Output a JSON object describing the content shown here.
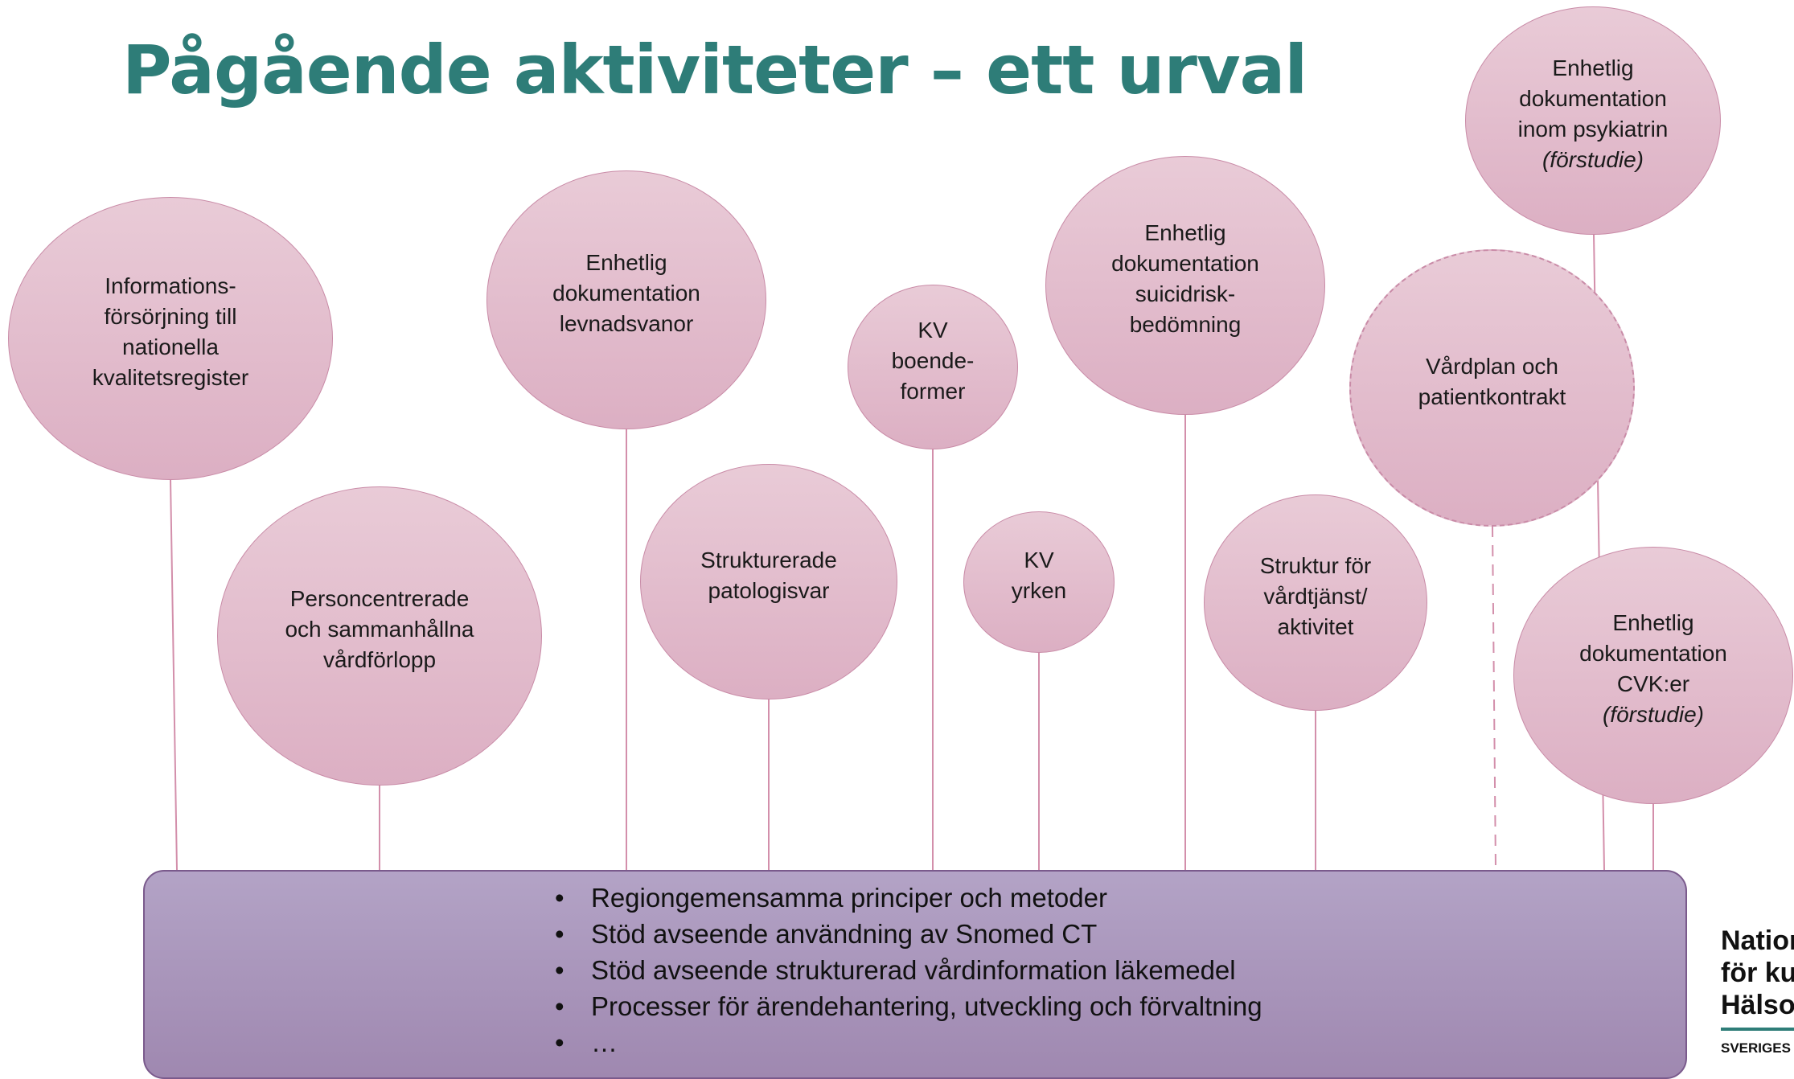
{
  "title": "Pågående aktiviteter – ett urval",
  "colors": {
    "title": "#2e7d78",
    "bubble_fill_top": "#e9cbd7",
    "bubble_fill_bottom": "#dcafc3",
    "bubble_border": "#c98ba7",
    "stem": "#d38fab",
    "banner_fill_top": "#b3a3c6",
    "banner_fill_bottom": "#9f88b0",
    "banner_border": "#7a5a8c"
  },
  "bubbles": [
    {
      "text": "Informations-\nförsörjning till\nnationella\nkvalitetsregister"
    },
    {
      "text": "Personcentrerade\noch sammanhållna\nvårdförlopp"
    },
    {
      "text": "Enhetlig\ndokumentation\nlevnadsvanor"
    },
    {
      "text": "Strukturerade\npatologisvar"
    },
    {
      "text": "KV\nboende-\nformer"
    },
    {
      "text": "KV\nyrken"
    },
    {
      "text": "Enhetlig\ndokumentation\nsuicidrisk-\nbedömning"
    },
    {
      "text": "Struktur för\nvårdtjänst/\naktivitet"
    },
    {
      "text": "Vårdplan och\npatientkontrakt"
    },
    {
      "text": "Enhetlig\ndokumentation\ninom psykiatrin",
      "note": "(förstudie)"
    },
    {
      "text": "Enhetlig\ndokumentation\nCVK:er",
      "note": "(förstudie)"
    }
  ],
  "banner": {
    "items": [
      "Regiongemensamma principer och metoder",
      "Stöd avseende användning av Snomed CT",
      "Stöd avseende strukturerad vårdinformation läkemedel",
      "Processer för ärendehantering, utveckling och förvaltning",
      "…"
    ]
  },
  "brand": {
    "lines": "Nation\nför ku\nHälso-",
    "sub": "SVERIGES"
  }
}
